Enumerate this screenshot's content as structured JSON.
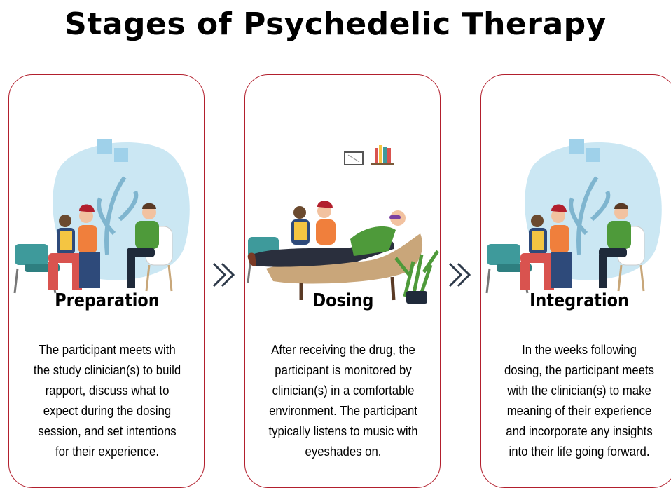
{
  "title": "Stages of Psychedelic Therapy",
  "stages": [
    {
      "heading": "Preparation",
      "lines": [
        "The participant meets with",
        "the study clinician(s) to build",
        "rapport, discuss what to",
        "expect during the dosing",
        "session, and set intentions",
        "for their experience."
      ]
    },
    {
      "heading": "Dosing",
      "lines": [
        "After receiving the drug, the",
        "participant is monitored by",
        "clinician(s) in a comfortable",
        "environment. The participant",
        "typically listens to music with",
        "eyeshades on."
      ]
    },
    {
      "heading": "Integration",
      "lines": [
        "In the weeks following",
        "dosing, the participant meets",
        "with the clinician(s) to make",
        "meaning of their experience",
        "and incorporate any insights",
        "into their life going forward."
      ]
    }
  ],
  "colors": {
    "card_border": "#b21f2d",
    "arrow": "#2e3a4a",
    "teal": "#3e9a9b",
    "light_blue": "#cbe7f3",
    "sky_blue": "#9fd1ea",
    "green_shirt": "#4e9a3a",
    "orange_top": "#f07f3c",
    "plaid_red": "#d9534f"
  },
  "icons": {
    "arrow": "double-chevron-right-icon"
  }
}
